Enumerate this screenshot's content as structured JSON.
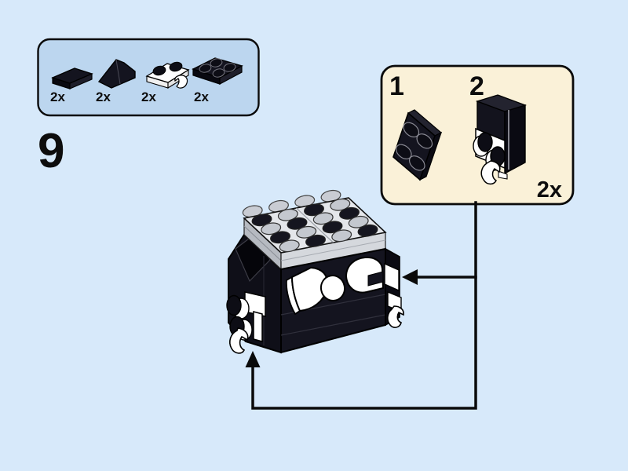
{
  "page": {
    "kind": "building-instruction-step"
  },
  "colors": {
    "page_bg": "#D7E9FA",
    "parts_box_bg": "#BCD6EF",
    "callout_bg": "#FAF1D8",
    "line": "#0A0A0A",
    "brick_black": "#14141F",
    "brick_white": "#FFFFFF",
    "trans_plate_grey": "#E4E6EA"
  },
  "step": {
    "number": "9"
  },
  "parts_box": {
    "items": [
      {
        "part": "tile-1x2-black",
        "count": "2x"
      },
      {
        "part": "slope-1x2-black",
        "count": "2x"
      },
      {
        "part": "plate-1x2-with-clip-white",
        "count": "2x"
      },
      {
        "part": "plate-2x2-black",
        "count": "2x"
      }
    ]
  },
  "callout": {
    "substeps": [
      {
        "label": "1",
        "part": "plate-2x2-black"
      },
      {
        "label": "2",
        "part": "plate-2x2-black-on-white-clip-plate"
      }
    ],
    "count": "2x"
  },
  "model": {
    "subject": "black brick head assembly with trans-clear top plates, white mouth pieces and white clip arms"
  }
}
